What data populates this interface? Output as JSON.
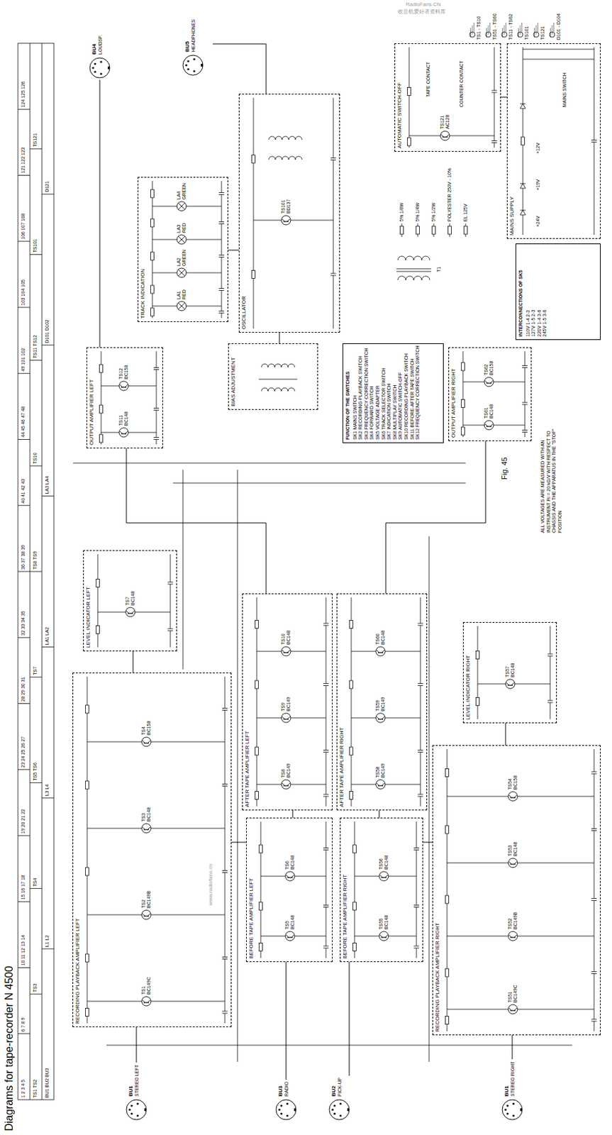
{
  "diagram": {
    "title": "Diagrams for tape-recorder N 4500",
    "nodes": [
      {
        "text": [
          "RECORDING PLAYBACK AMPLIFIER LEFT"
        ]
      },
      {
        "text": [
          "TS1",
          "BC149C"
        ],
        "in": 0
      },
      {
        "text": [
          "TS2",
          "BC149B"
        ],
        "in": 0
      },
      {
        "text": [
          "TS3",
          "BC148"
        ],
        "in": 0
      },
      {
        "text": [
          "TS4",
          "BC158"
        ],
        "in": 0
      },
      {
        "text": [
          "LEVEL INDICATOR LEFT"
        ]
      },
      {
        "text": [
          "TS7",
          "BC148"
        ],
        "in": 5
      },
      {
        "text": [
          "BEFORE TAPE AMPLIFIER LEFT"
        ]
      },
      {
        "text": [
          "TS5",
          "BC148"
        ],
        "in": 7
      },
      {
        "text": [
          "TS6",
          "BC148"
        ],
        "in": 7
      },
      {
        "text": [
          "AFTER TAPE AMPLIFIER LEFT"
        ]
      },
      {
        "text": [
          "TS8",
          "BC149"
        ],
        "in": 10
      },
      {
        "text": [
          "TS9",
          "BC149"
        ],
        "in": 10
      },
      {
        "text": [
          "TS10",
          "BC148"
        ],
        "in": 10
      },
      {
        "text": [
          "AFTER TAPE AMPLIFIER RIGHT"
        ]
      },
      {
        "text": [
          "TS58",
          "BC149"
        ],
        "in": 14
      },
      {
        "text": [
          "TS59",
          "BC149"
        ],
        "in": 14
      },
      {
        "text": [
          "TS60",
          "BC148"
        ],
        "in": 14
      },
      {
        "text": [
          "BEFORE TAPE AMPLIFIER RIGHT"
        ]
      },
      {
        "text": [
          "TS55",
          "BC148"
        ],
        "in": 18
      },
      {
        "text": [
          "TS56",
          "BC148"
        ],
        "in": 18
      },
      {
        "text": [
          "RECORDING PLAYBACK AMPLIFIER RIGHT"
        ]
      },
      {
        "text": [
          "TS51",
          "BC149C"
        ],
        "in": 21
      },
      {
        "text": [
          "TS52",
          "BC149B"
        ],
        "in": 21
      },
      {
        "text": [
          "TS53",
          "BC148"
        ],
        "in": 21
      },
      {
        "text": [
          "TS54",
          "BC158"
        ],
        "in": 21
      },
      {
        "text": [
          "LEVEL INDICATOR RIGHT"
        ]
      },
      {
        "text": [
          "TS57",
          "BC148"
        ],
        "in": 26
      },
      {
        "text": [
          "OUTPUT AMPLIFIER LEFT"
        ]
      },
      {
        "text": [
          "TS11",
          "BC148"
        ],
        "in": 28
      },
      {
        "text": [
          "TS12",
          "BC158"
        ],
        "in": 28
      },
      {
        "text": [
          "BIAS ADJUSTMENT"
        ]
      },
      {
        "text": [
          "TRACK INDICATION"
        ]
      },
      {
        "text": [
          "LA1",
          "RED"
        ],
        "in": 32
      },
      {
        "text": [
          "LA2",
          "GREEN"
        ],
        "in": 32
      },
      {
        "text": [
          "LA3",
          "RED"
        ],
        "in": 32
      },
      {
        "text": [
          "LA4",
          "GREEN"
        ],
        "in": 32
      },
      {
        "text": [
          "OSCILLATOR"
        ]
      },
      {
        "text": [
          "TS101",
          "BD137"
        ],
        "in": 37
      },
      {
        "text": [
          "OUTPUT AMPLIFIER RIGHT"
        ]
      },
      {
        "text": [
          "TS61",
          "BC148"
        ],
        "in": 39
      },
      {
        "text": [
          "TS62",
          "BC158"
        ],
        "in": 39
      },
      {
        "text": [
          "FUNCTION OF THE SWITCHES",
          "SK1 MAINS SWITCH",
          "SK2 RECORDING PLAYBACK SWITCH",
          "SK3 FREQUENCY CORRECTION SWITCH",
          "SK4 FORWARD SWITCH",
          "SK5 VOLTAGE ADAPTER",
          "SK6 TRACK SELECTOR SWITCH",
          "SK7 INDICATION SWITCH",
          "SK8 MULTIPLAY SWITCH",
          "SK9 AUTOMATIC SWITCH-OFF",
          "SK10 RECORDING PLAYBACK SWITCH",
          "SK11 BEFORE-AFTER TAPE SWITCH",
          "SK12 FREQUENCY CORRECTION SWITCH"
        ]
      },
      {
        "text": [
          "AUTOMATIC SWITCH-OFF"
        ]
      },
      {
        "text": [
          "TS121",
          "AC128"
        ],
        "in": 43
      },
      {
        "text": [
          "MAINS SUPPLY"
        ]
      },
      {
        "text": [
          "INTERCONNECTIONS OF SK5",
          "110V 1-4 2-3",
          "127V 1-5 2-3",
          "220V 1-4 3-6",
          "245V 1-5 3-6"
        ]
      },
      {
        "text": [
          "BU1",
          "STEREO LEFT"
        ]
      },
      {
        "text": [
          "BU3",
          "RADIO"
        ]
      },
      {
        "text": [
          "BU2",
          "PICK-UP"
        ]
      },
      {
        "text": [
          "BU1",
          "STEREO RIGHT"
        ]
      },
      {
        "text": [
          "BU4",
          "LOUDSP."
        ]
      },
      {
        "text": [
          "BU5",
          "HEADPHONES"
        ]
      }
    ],
    "edges": [
      {
        "from": 47,
        "to": 0,
        "arrow": "none"
      },
      {
        "from": 48,
        "to": 7,
        "arrow": "none"
      },
      {
        "from": 49,
        "to": 18,
        "arrow": "none"
      },
      {
        "from": 50,
        "to": 21,
        "arrow": "none"
      },
      {
        "from": 0,
        "to": 5,
        "arrow": "none"
      },
      {
        "from": 0,
        "to": 7,
        "arrow": "none"
      },
      {
        "from": 7,
        "to": 10,
        "arrow": "none"
      },
      {
        "from": 10,
        "to": 28,
        "arrow": "none"
      },
      {
        "from": 21,
        "to": 26,
        "arrow": "none"
      },
      {
        "from": 21,
        "to": 18,
        "arrow": "none"
      },
      {
        "from": 18,
        "to": 14,
        "arrow": "none"
      },
      {
        "from": 14,
        "to": 39,
        "arrow": "none"
      },
      {
        "from": 37,
        "to": 31,
        "arrow": "none"
      },
      {
        "from": 32,
        "to": 37,
        "arrow": "none"
      },
      {
        "from": 28,
        "to": 51,
        "arrow": "none"
      },
      {
        "from": 37,
        "to": 52,
        "arrow": "none"
      },
      {
        "from": 45,
        "to": 43,
        "arrow": "none"
      }
    ],
    "labels": [
      "1 2 3 4 5",
      "6 7 8 9",
      "10 11 12 13 14",
      "15 16 17 18",
      "19 20 21 22",
      "23 24 25 26 27",
      "28 29 30 31",
      "32 33 34 35",
      "36 37 38 39",
      "40 41 42 43",
      "44 45 46 47 48",
      "49 101 102",
      "103 104 105",
      "106 107 108",
      "121 122 123",
      "124 125 126",
      "TS1 TS2",
      "TS3",
      "TS4",
      "TS5 TS6",
      "TS7",
      "TS8 TS9",
      "TS10",
      "TS11 TS12",
      "TS101",
      "TS121",
      "BU1 BU2 BU3",
      "L1 L2",
      "L3 L4",
      "LA1 LA2",
      "LA3 LA4",
      "D101 D102",
      "D121",
      "Fig. 45",
      "ALL VOLTAGES ARE MEASURED WITH AN INSTRUMENT Ri = 20 kΩ/V WITH RESPECT TO CHASSIS AND THE APPARATUS IN THE \"STOP\" POSITION",
      "MAINS SWITCH",
      "+24V",
      "+19V",
      "+12V",
      "TAPE CONTACT",
      "COUNTER CONTACT",
      "T1",
      "www.radiofans.cn",
      "RadioFans.CN",
      "收音机爱好者资料库"
    ],
    "legend": [
      {
        "text": "TS1 - TS10"
      },
      {
        "text": "TS51 - TS60"
      },
      {
        "text": "TS11 - TS62"
      },
      {
        "text": "TS101"
      },
      {
        "text": "TS121"
      },
      {
        "text": "D101 - D104"
      },
      {
        "text": "5% 1/8W"
      },
      {
        "text": "5% 1/4W"
      },
      {
        "text": "5% 1/2W"
      },
      {
        "text": "POLYESTER 250V - 10%"
      },
      {
        "text": "EL 125V"
      }
    ]
  }
}
